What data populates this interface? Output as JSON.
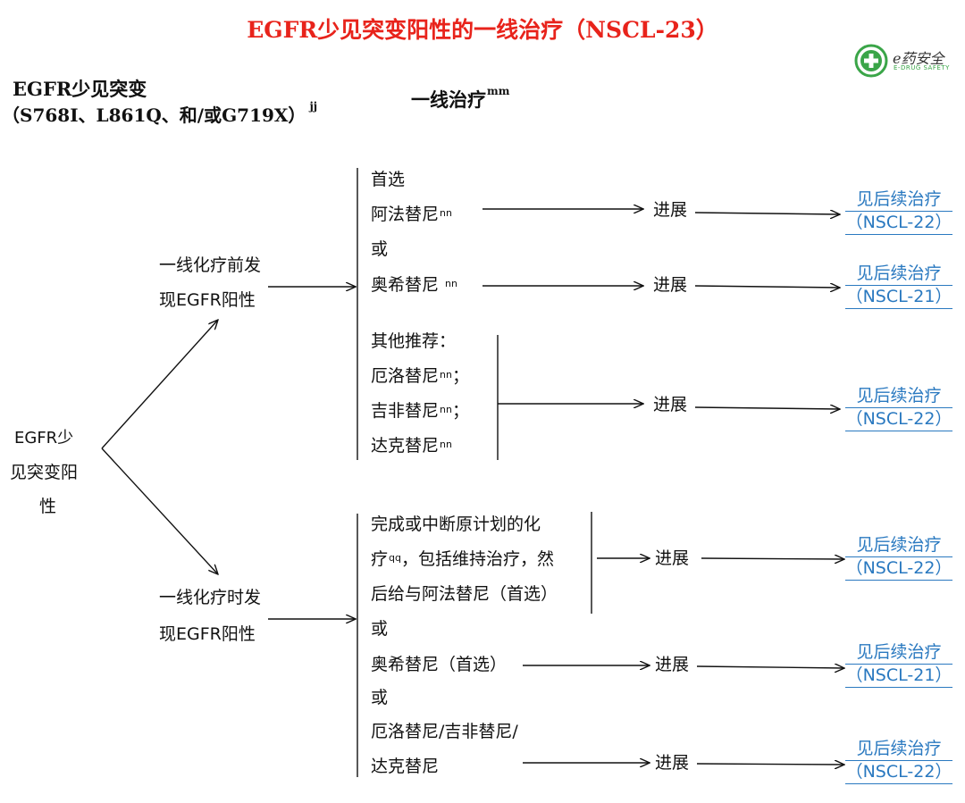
{
  "title": "EGFR少见突变阳性的一线治疗（NSCL-23）",
  "logo": {
    "brand": "e药安全",
    "sub": "E-DRUG SAFETY",
    "icon": "medical-cross-icon"
  },
  "header": {
    "left_line1": "EGFR少见突变",
    "left_line2": "（S768I、L861Q、和/或G719X）",
    "left_sup": "jj",
    "right": "一线治疗",
    "right_sup": "mm"
  },
  "root": {
    "line1": "EGFR少",
    "line2": "见突变阳",
    "line3": "性"
  },
  "branch_top": {
    "line1": "一线化疗前发",
    "line2": "现EGFR阳性"
  },
  "branch_bottom": {
    "line1": "一线化疗时发",
    "line2": "现EGFR阳性"
  },
  "top_options": {
    "preferred_label": "首选",
    "opt1": "阿法替尼",
    "opt1_sup": "nn",
    "or1": "或",
    "opt2": "奥希替尼 ",
    "opt2_sup": "nn",
    "other_label": "其他推荐：",
    "opt3": "厄洛替尼",
    "opt3_sup": "nn",
    "opt3_tail": "；",
    "opt4": "吉非替尼",
    "opt4_sup": "nn",
    "opt4_tail": "；",
    "opt5": "达克替尼",
    "opt5_sup": "nn"
  },
  "bottom_options": {
    "opt1_line1": "完成或中断原计划的化",
    "opt1_line2a": "疗",
    "opt1_sup": "qq",
    "opt1_line2b": "，包括维持治疗，然",
    "opt1_line3": "后给与阿法替尼（首选）",
    "or1": "或",
    "opt2": "奥希替尼（首选）",
    "or2": "或",
    "opt3_line1": "厄洛替尼/吉非替尼/",
    "opt3_line2": "达克替尼"
  },
  "progress_label": "进展",
  "outcomes": [
    {
      "l1": "见后续治疗",
      "l2": "（NSCL-22）"
    },
    {
      "l1": "见后续治疗",
      "l2": "（NSCL-21）"
    },
    {
      "l1": "见后续治疗",
      "l2": "（NSCL-22）"
    },
    {
      "l1": "见后续治疗",
      "l2": "（NSCL-22）"
    },
    {
      "l1": "见后续治疗",
      "l2": "（NSCL-21）"
    },
    {
      "l1": "见后续治疗",
      "l2": "（NSCL-22）"
    }
  ],
  "colors": {
    "title": "#e8231b",
    "link": "#2a79c0",
    "logo_green": "#3aa548"
  }
}
